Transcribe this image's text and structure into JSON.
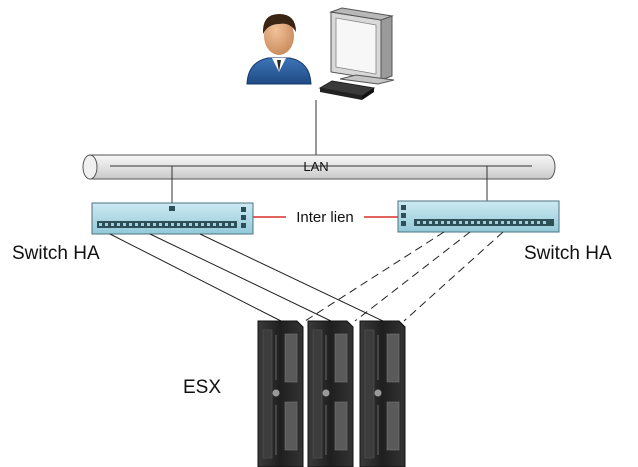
{
  "labels": {
    "lan": "LAN",
    "inter_link": "Inter lien",
    "switch_left": "Switch HA",
    "switch_right": "Switch HA",
    "esx": "ESX"
  },
  "icons": {
    "user": "user-icon",
    "computer": "computer-monitor-icon",
    "switch": "network-switch-icon",
    "server": "blade-server-icon"
  },
  "colors": {
    "switch_fill": "#a9d6e2",
    "inter_link": "#d9302a",
    "lan_pipe": "#e6e6e6",
    "server_body": "#2b2b2b",
    "user_shirt": "#2a5b9c"
  }
}
